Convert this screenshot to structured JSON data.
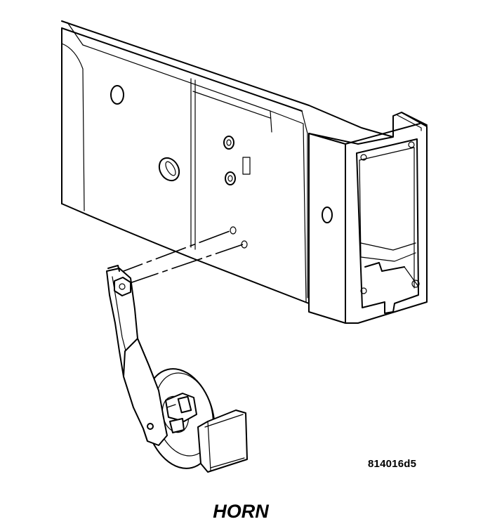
{
  "figure": {
    "reference_code": "814016d5",
    "caption": "HORN"
  },
  "parts": {
    "frame_rail": "frame-rail-bracket",
    "horn_bracket": "horn-mounting-bracket",
    "horn": "horn-assembly",
    "connector": "electrical-connector"
  }
}
